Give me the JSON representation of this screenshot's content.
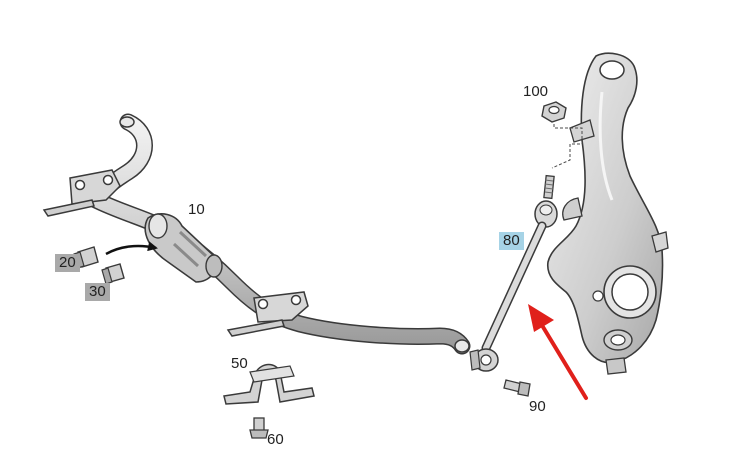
{
  "diagram": {
    "parts": [
      {
        "id": "p10",
        "label": "10",
        "highlight": "none"
      },
      {
        "id": "p20",
        "label": "20",
        "highlight": "grey"
      },
      {
        "id": "p30",
        "label": "30",
        "highlight": "grey"
      },
      {
        "id": "p50",
        "label": "50",
        "highlight": "none"
      },
      {
        "id": "p60",
        "label": "60",
        "highlight": "none"
      },
      {
        "id": "p80",
        "label": "80",
        "highlight": "blue"
      },
      {
        "id": "p90",
        "label": "90",
        "highlight": "none"
      },
      {
        "id": "p100",
        "label": "100",
        "highlight": "none"
      }
    ],
    "colors": {
      "part_fill": "#d9d9d9",
      "part_stroke": "#3a3a3a",
      "highlight_grey": "#a9a9a9",
      "highlight_blue": "#a6d3e6",
      "pointer_arrow": "#e0201b",
      "callout_arrow": "#111111"
    }
  }
}
